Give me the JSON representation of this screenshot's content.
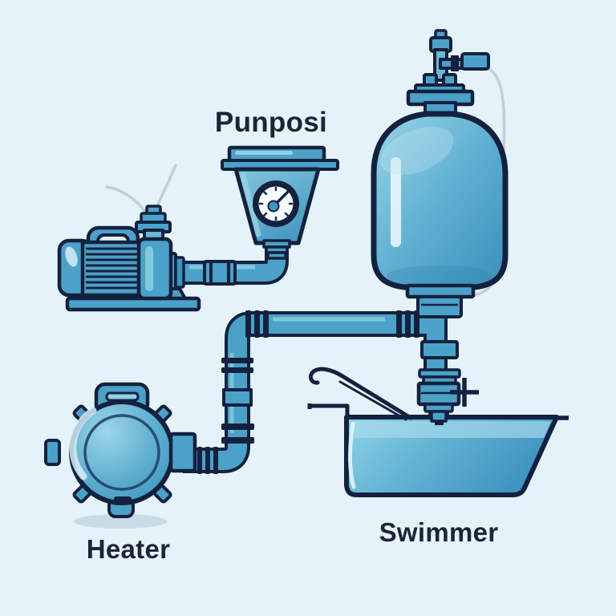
{
  "labels": {
    "filter": "Punposi",
    "heater": "Heater",
    "pool": "Swimmer"
  },
  "components": [
    "water-pump",
    "filter-funnel-with-pressure-gauge",
    "storage-tank",
    "heater",
    "swimming-pool",
    "pipes",
    "pool-handrail",
    "plus-mark"
  ],
  "palette": {
    "background": "#e4f3fa",
    "outline": "#14213e",
    "pipe_blue": "#4ba1c8",
    "pipe_highlight": "#8ed0e4",
    "equipment_light": "#9ad5e7",
    "equipment_dark": "#3a8fba",
    "water_light": "#8fd3e6",
    "gauge_face": "#f6fbfd",
    "cable_gray": "#c7cdd5",
    "shadow": "#c2d3dc",
    "label_text": "#1d2434"
  }
}
